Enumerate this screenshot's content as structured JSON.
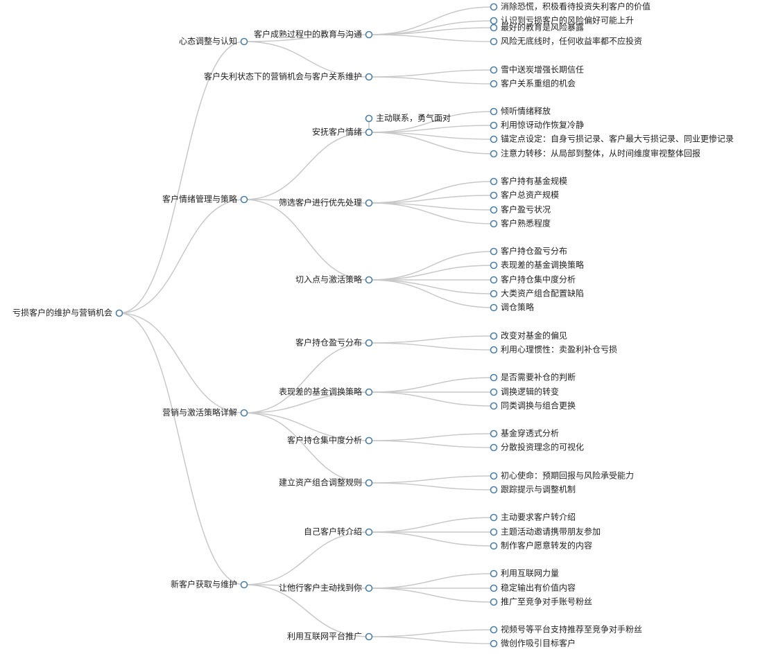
{
  "root": {
    "label": "亏损客户的维护与营销机会",
    "children": [
      {
        "label": "心态调整与认知",
        "children": [
          {
            "label": "客户成熟过程中的教育与沟通",
            "children": [
              {
                "label": "消除恐慌，积极看待投资失利客户的价值"
              },
              {
                "label": "认识到亏损客户的风险偏好可能上升"
              },
              {
                "label": "最好的教育是风险暴露"
              },
              {
                "label": "风险无底线时，任何收益率都不应投资"
              }
            ]
          },
          {
            "label": "客户失利状态下的营销机会与客户关系维护",
            "children": [
              {
                "label": "雪中送炭增强长期信任"
              },
              {
                "label": "客户关系重组的机会"
              }
            ]
          }
        ]
      },
      {
        "label": "客户情绪管理与策略",
        "children": [
          {
            "label": "安抚客户情绪",
            "children": [
              {
                "label": "主动联系，勇气面对"
              },
              {
                "label": "倾听情绪释放"
              },
              {
                "label": "利用惊讶动作恢复冷静"
              },
              {
                "label": "锚定点设定：自身亏损记录、客户最大亏损记录、同业更惨记录"
              },
              {
                "label": "注意力转移：从局部到整体，从时间维度审视整体回报"
              }
            ]
          },
          {
            "label": "筛选客户进行优先处理",
            "children": [
              {
                "label": "客户持有基金规模"
              },
              {
                "label": "客户总资产规模"
              },
              {
                "label": "客户盈亏状况"
              },
              {
                "label": "客户熟悉程度"
              }
            ]
          },
          {
            "label": "切入点与激活策略",
            "children": [
              {
                "label": "客户持仓盈亏分布"
              },
              {
                "label": "表现差的基金调换策略"
              },
              {
                "label": "客户持仓集中度分析"
              },
              {
                "label": "大类资产组合配置缺陷"
              },
              {
                "label": "调仓策略"
              }
            ]
          }
        ]
      },
      {
        "label": "营销与激活策略详解",
        "children": [
          {
            "label": "客户持仓盈亏分布",
            "children": [
              {
                "label": "改变对基金的偏见"
              },
              {
                "label": "利用心理惯性：卖盈利补仓亏损"
              }
            ]
          },
          {
            "label": "表现差的基金调换策略",
            "children": [
              {
                "label": "是否需要补仓的判断"
              },
              {
                "label": "调换逻辑的转变"
              },
              {
                "label": "同类调换与组合更换"
              }
            ]
          },
          {
            "label": "客户持仓集中度分析",
            "children": [
              {
                "label": "基金穿透式分析"
              },
              {
                "label": "分散投资理念的可视化"
              }
            ]
          },
          {
            "label": "建立资产组合调整规则",
            "children": [
              {
                "label": "初心使命：预期回报与风险承受能力"
              },
              {
                "label": "跟踪提示与调整机制"
              }
            ]
          }
        ]
      },
      {
        "label": "新客户获取与维护",
        "children": [
          {
            "label": "自己客户转介绍",
            "children": [
              {
                "label": "主动要求客户转介绍"
              },
              {
                "label": "主题活动邀请携带朋友参加"
              },
              {
                "label": "制作客户愿意转发的内容"
              }
            ]
          },
          {
            "label": "让他行客户主动找到你",
            "children": [
              {
                "label": "利用互联网力量"
              },
              {
                "label": "稳定输出有价值内容"
              },
              {
                "label": "推广至竞争对手账号粉丝"
              }
            ]
          },
          {
            "label": "利用互联网平台推广",
            "children": [
              {
                "label": "视频号等平台支持推荐至竞争对手粉丝"
              },
              {
                "label": "微创作吸引目标客户"
              }
            ]
          }
        ]
      }
    ]
  }
}
